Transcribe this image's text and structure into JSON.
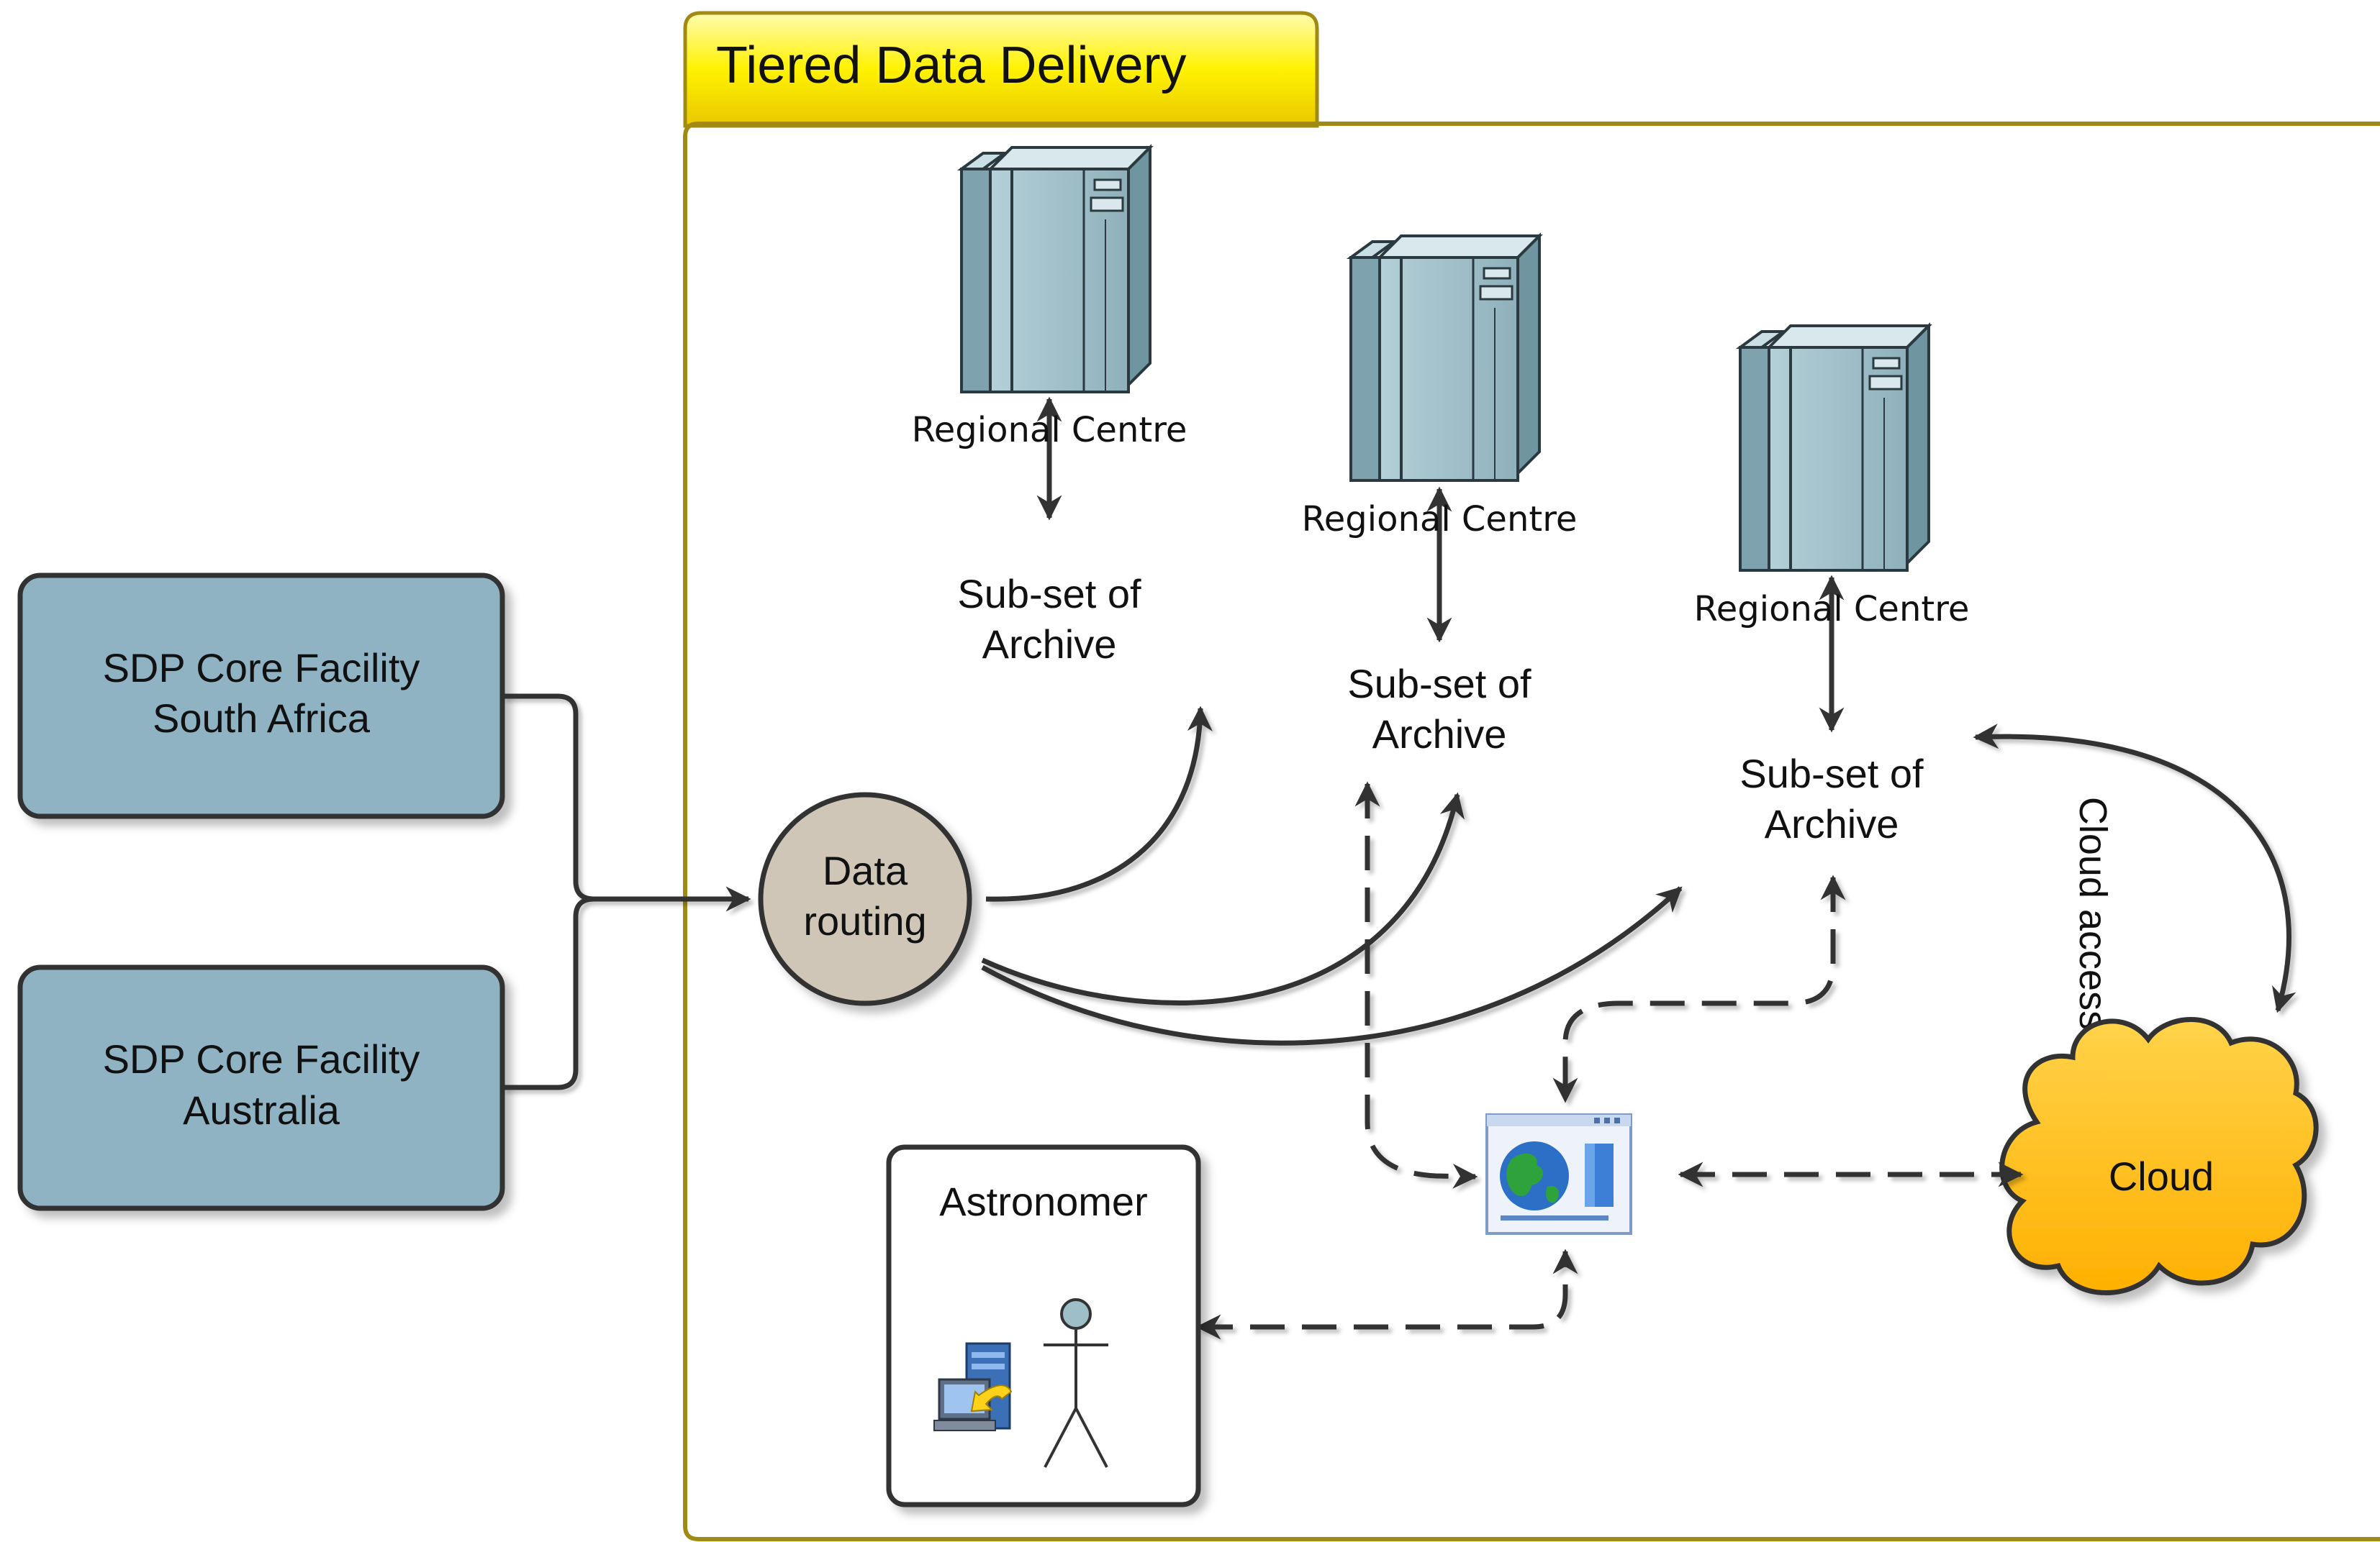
{
  "container": {
    "title": "Tiered Data Delivery"
  },
  "facilities": [
    {
      "line1": "SDP Core Facility",
      "line2": "South Africa"
    },
    {
      "line1": "SDP Core Facility",
      "line2": "Australia"
    }
  ],
  "routing": {
    "line1": "Data",
    "line2": "routing"
  },
  "regional_centres": [
    {
      "label": "Regional Centre",
      "archive_line1": "Sub-set of",
      "archive_line2": "Archive"
    },
    {
      "label": "Regional Centre",
      "archive_line1": "Sub-set of",
      "archive_line2": "Archive"
    },
    {
      "label": "Regional Centre",
      "archive_line1": "Sub-set of",
      "archive_line2": "Archive"
    }
  ],
  "cloud": {
    "label": "Cloud",
    "access_label": "Cloud access"
  },
  "astronomer": {
    "label": "Astronomer"
  },
  "icons": {
    "server": "server-tower-icon",
    "browser": "web-browser-globe-icon",
    "workstation": "workstation-download-icon",
    "person": "stick-figure-person-icon"
  },
  "colors": {
    "facility_fill": "#8fb3c2",
    "routing_fill": "#cfc6b8",
    "container_tab": "#fff200",
    "container_border": "#a08a14",
    "cloud_fill": "#ffbf00",
    "server_fill": "#9fbfc8"
  }
}
